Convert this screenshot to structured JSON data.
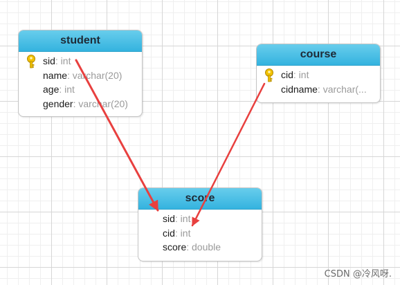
{
  "tables": {
    "student": {
      "title": "student",
      "fields": [
        {
          "name": "sid",
          "type": ": int",
          "key": true
        },
        {
          "name": "name",
          "type": ": varchar(20)",
          "key": false
        },
        {
          "name": "age",
          "type": ": int",
          "key": false
        },
        {
          "name": "gender",
          "type": ": varchar(20)",
          "key": false
        }
      ]
    },
    "course": {
      "title": "course",
      "fields": [
        {
          "name": "cid",
          "type": ": int",
          "key": true
        },
        {
          "name": "cidname",
          "type": ": varchar(...",
          "key": false
        }
      ]
    },
    "score": {
      "title": "score",
      "fields": [
        {
          "name": "sid",
          "type": ": int",
          "key": false
        },
        {
          "name": "cid",
          "type": ": int",
          "key": false
        },
        {
          "name": "score",
          "type": ": double",
          "key": false
        }
      ]
    }
  },
  "relations": [
    {
      "from": "student.sid",
      "to": "score.sid"
    },
    {
      "from": "course.cid",
      "to": "score.cid"
    }
  ],
  "colors": {
    "header": "#3fbbe3",
    "arrow": "#e8403f",
    "key": "#f2c200"
  },
  "icons": {
    "primary_key": "key-icon"
  },
  "watermark": "CSDN @冷风呀."
}
